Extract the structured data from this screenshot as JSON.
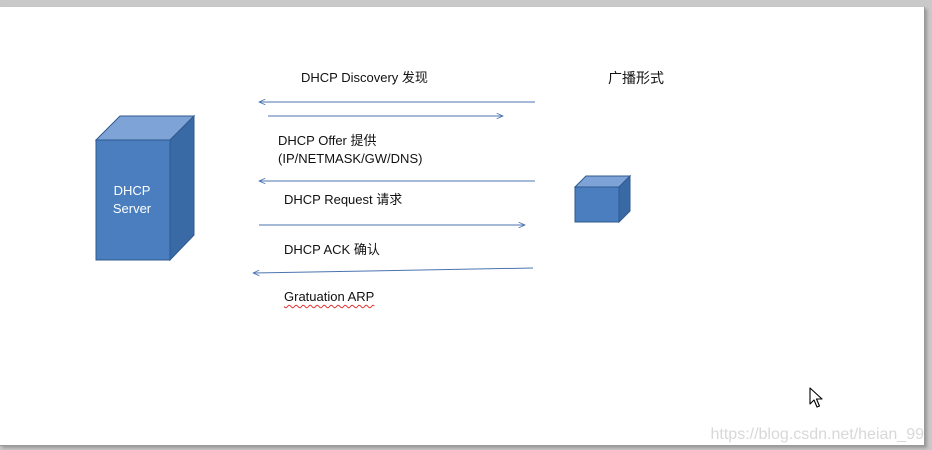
{
  "diagram": {
    "server": {
      "line1": "DHCP",
      "line2": "Server"
    },
    "broadcast_label": "广播形式",
    "messages": {
      "discovery": "DHCP Discovery 发现",
      "offer": "DHCP Offer 提供",
      "offer_detail": "(IP/NETMASK/GW/DNS)",
      "request": "DHCP Request 请求",
      "ack": "DHCP ACK 确认",
      "gratuitous": "Gratuation ARP"
    }
  },
  "colors": {
    "cube_front": "#4a7ebf",
    "cube_top": "#7ea3d6",
    "cube_side": "#3a6aa5",
    "cube_edge": "#2f5a8f",
    "arrow": "#4a74b0"
  },
  "watermark": "https://blog.csdn.net/heian_99"
}
